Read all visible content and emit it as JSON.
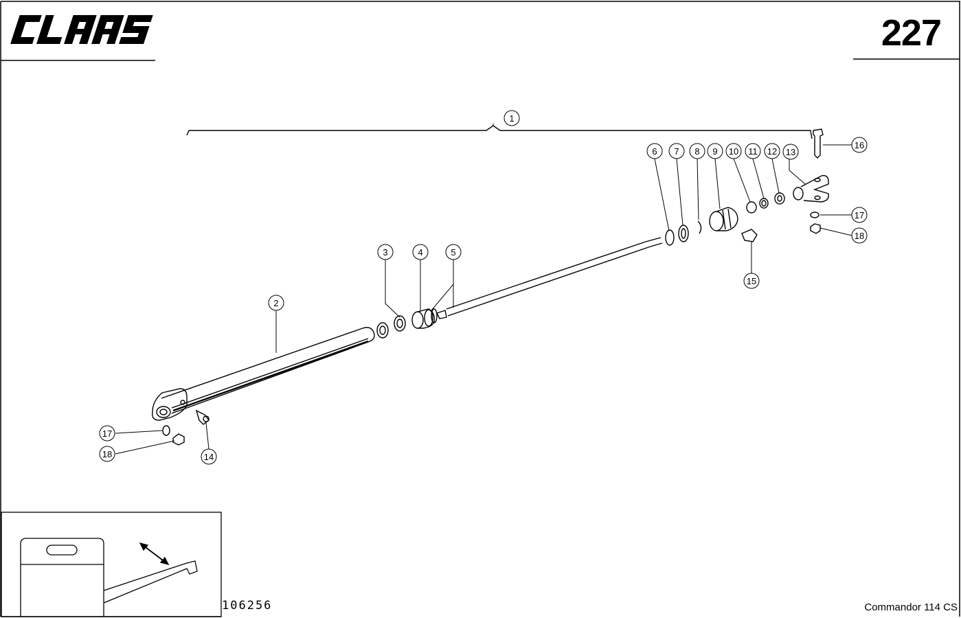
{
  "header": {
    "brand": "CLAAS",
    "page_number": "227"
  },
  "footer": {
    "drawing_number": "106256",
    "model": "Commandor 114 CS"
  },
  "callouts": [
    "1",
    "2",
    "3",
    "4",
    "5",
    "6",
    "7",
    "8",
    "9",
    "10",
    "11",
    "12",
    "13",
    "14",
    "15",
    "16",
    "17",
    "18",
    "17",
    "18"
  ],
  "colors": {
    "line": "#000000",
    "paper": "#ffffff"
  }
}
